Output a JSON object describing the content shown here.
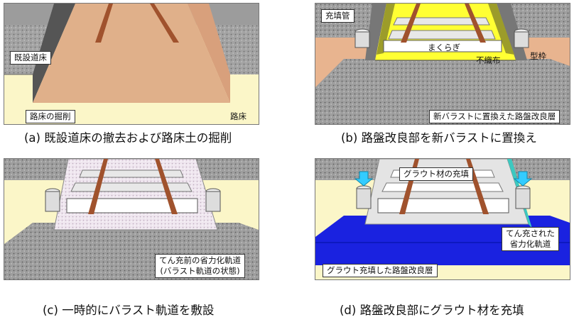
{
  "panel_a": {
    "label_existing_bed": "既設道床",
    "label_excavation": "路床の掘削",
    "label_subgrade": "路床",
    "caption": "(a) 既設道床の撤去および路床土の掘削"
  },
  "panel_b": {
    "label_fill_pipe": "充填管",
    "label_sleeper": "まくらぎ",
    "label_nonwoven": "不織布",
    "label_formwork": "型枠",
    "label_new_ballast": "新バラストに置換えた路盤改良層",
    "caption": "(b) 路盤改良部を新バラストに置換え"
  },
  "panel_c": {
    "label_track_line1": "てん充前の省力化軌道",
    "label_track_line2": "(バラスト軌道の状態)",
    "caption": "(c) 一時的にバラスト軌道を敷設"
  },
  "panel_d": {
    "label_grout_fill": "グラウト材の充填",
    "label_filled_line1": "てん充された",
    "label_filled_line2": "省力化軌道",
    "label_grout_layer": "グラウト充填した路盤改良層",
    "caption": "(d) 路盤改良部にグラウト材を充填"
  },
  "colors": {
    "subgrade": "#e8b48f",
    "soil": "#fbf6c8",
    "gravel": "#9a9a9a",
    "rail": "#a0522d",
    "grout": "#1a22e0",
    "nonwoven": "#ffff33",
    "arrow": "#33ccff"
  }
}
